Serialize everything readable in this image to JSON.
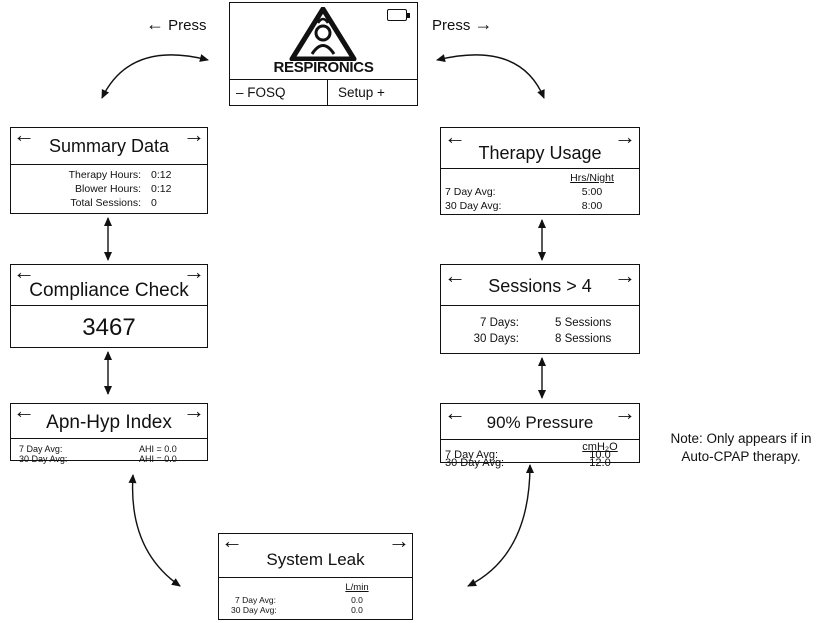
{
  "top": {
    "press_left": "Press",
    "press_right": "Press",
    "logo_text": "RESPIRONICS",
    "left_button": "– FOSQ",
    "right_button": "Setup +"
  },
  "summary": {
    "title": "Summary Data",
    "rows": [
      {
        "label": "Therapy Hours:",
        "value": "0:12"
      },
      {
        "label": "Blower Hours:",
        "value": "0:12"
      },
      {
        "label": "Total Sessions:",
        "value": "0"
      }
    ]
  },
  "compliance": {
    "title": "Compliance Check",
    "value": "3467"
  },
  "apnea": {
    "title": "Apn-Hyp Index",
    "rows": [
      {
        "label": "7 Day Avg:",
        "value": "AHI = 0.0"
      },
      {
        "label": "30 Day Avg:",
        "value": "AHI = 0.0"
      }
    ]
  },
  "leak": {
    "title": "System Leak",
    "unit": "L/min",
    "rows": [
      {
        "label": "7 Day Avg:",
        "value": "0.0"
      },
      {
        "label": "30 Day Avg:",
        "value": "0.0"
      }
    ]
  },
  "usage": {
    "title": "Therapy Usage",
    "unit": "Hrs/Night",
    "rows": [
      {
        "label": "7 Day Avg:",
        "value": "5:00"
      },
      {
        "label": "30 Day Avg:",
        "value": "8:00"
      }
    ]
  },
  "sessions": {
    "title": "Sessions > 4",
    "rows": [
      {
        "label": "7 Days:",
        "value": "5 Sessions"
      },
      {
        "label": "30 Days:",
        "value": "8 Sessions"
      }
    ]
  },
  "pressure": {
    "title": "90% Pressure",
    "unit": "cmH₂O",
    "rows": [
      {
        "label": "7 Day Avg:",
        "value": "10.0"
      },
      {
        "label": "30 Day Avg:",
        "value": "12.0"
      }
    ]
  },
  "note": {
    "line1": "Note: Only appears if in",
    "line2": "Auto-CPAP therapy."
  },
  "glyphs": {
    "left_arrow": "🡐",
    "right_arrow": "🡒"
  }
}
